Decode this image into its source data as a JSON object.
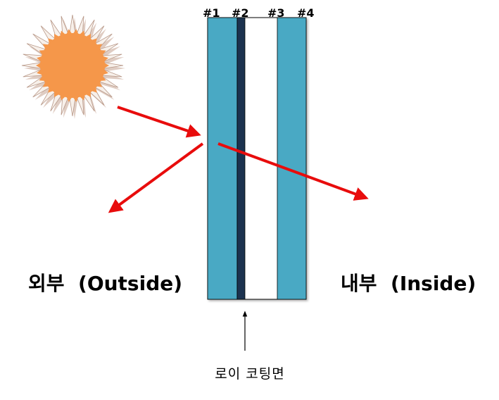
{
  "surfaces": [
    "#1",
    "#2",
    "#3",
    "#4"
  ],
  "labels": {
    "outside": "외부  (Outside)",
    "inside": "내부  (Inside)",
    "coating": "로이 코팅면"
  },
  "icons": {
    "sun": "sun-icon"
  },
  "colors": {
    "glass": "#4aa9c4",
    "coating": "#1b3350",
    "arrow": "#e80c0c",
    "sun_core": "#f5974a"
  }
}
